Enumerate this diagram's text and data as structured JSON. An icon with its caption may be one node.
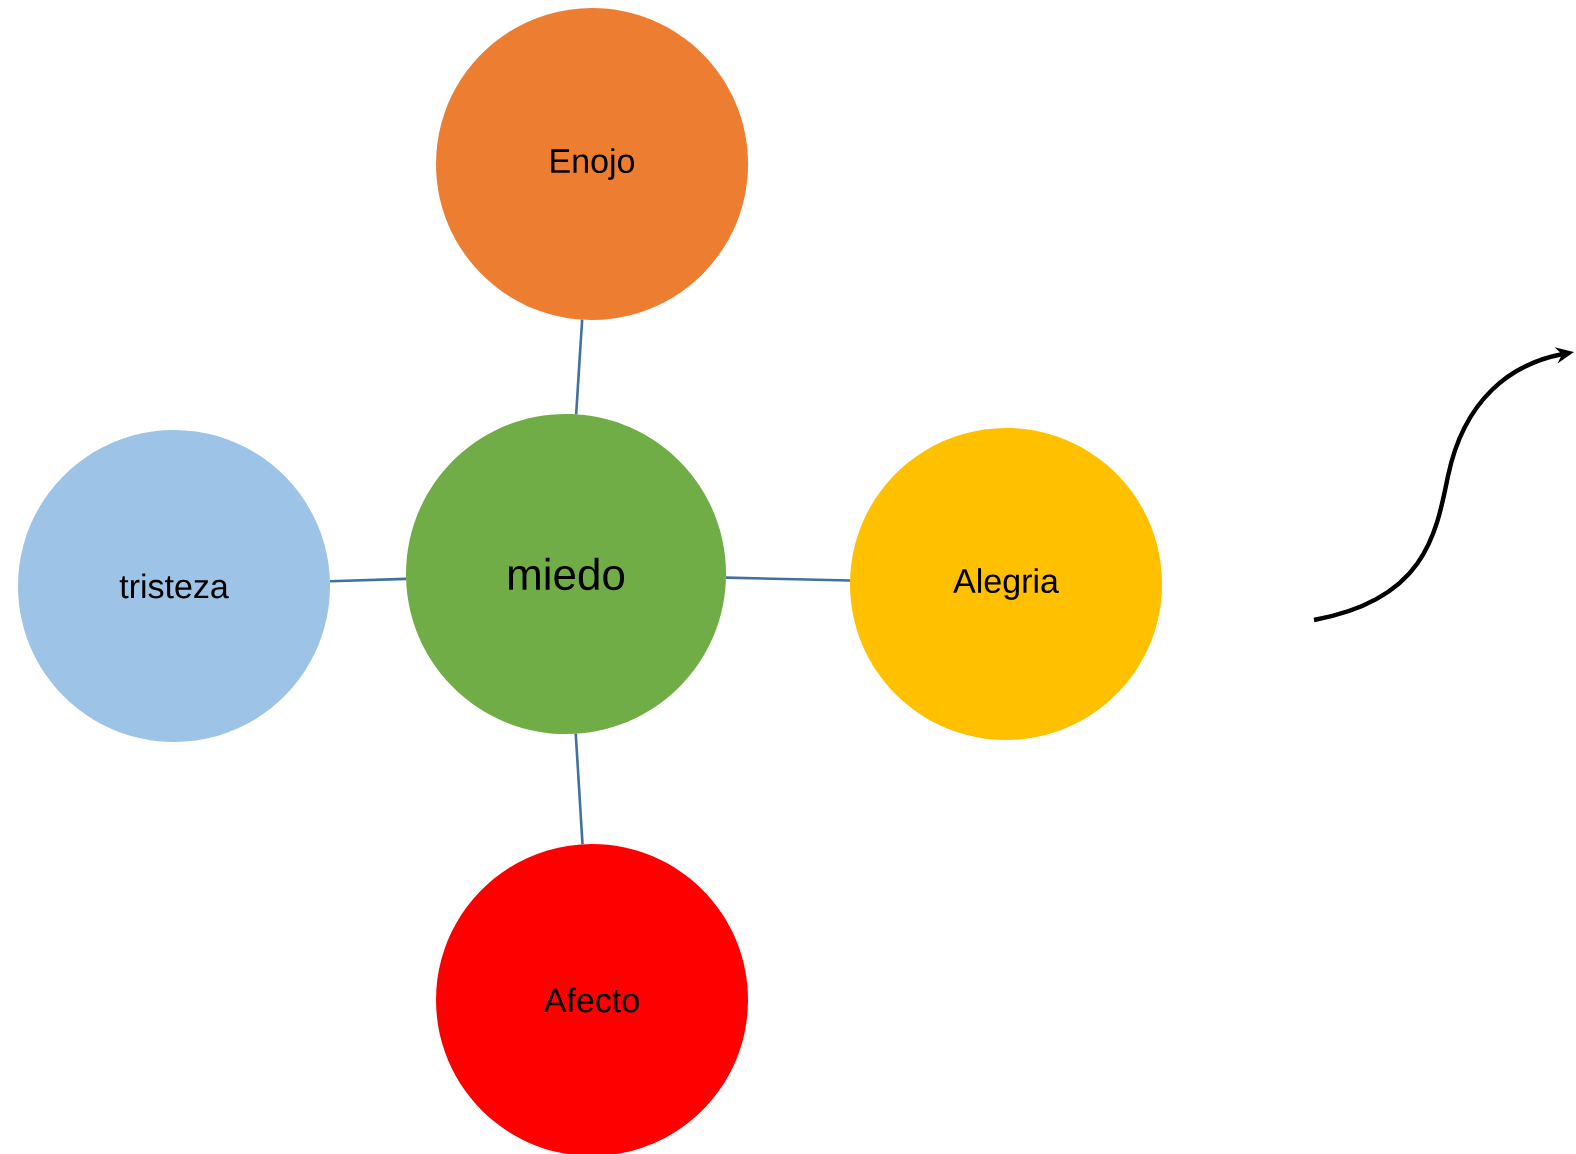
{
  "diagram": {
    "nodes": [
      {
        "text": [
          "Enojo"
        ]
      },
      {
        "text": [
          "tristeza"
        ]
      },
      {
        "text": [
          "miedo"
        ]
      },
      {
        "text": [
          "Alegria"
        ]
      },
      {
        "text": [
          "Afecto"
        ]
      }
    ],
    "edges": [
      {
        "from": 2,
        "to": 0,
        "arrow": "none"
      },
      {
        "from": 2,
        "to": 1,
        "arrow": "none"
      },
      {
        "from": 2,
        "to": 3,
        "arrow": "none"
      },
      {
        "from": 2,
        "to": 4,
        "arrow": "none"
      }
    ]
  }
}
